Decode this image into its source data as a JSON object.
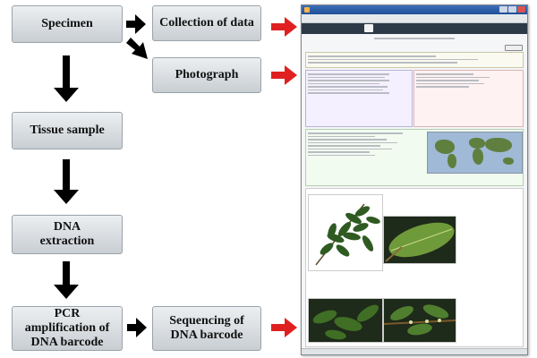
{
  "flow": {
    "specimen": "Specimen",
    "tissue": "Tissue sample",
    "dna_extraction": "DNA extraction",
    "pcr": "PCR amplification of DNA barcode",
    "collection": "Collection of data",
    "photograph": "Photograph",
    "sequencing": "Sequencing of DNA barcode"
  },
  "colors": {
    "box_top": "#eceff1",
    "box_bottom": "#c9ced3",
    "arrow_black": "#000000",
    "arrow_red": "#e02020",
    "browser_title": "#1e4f98"
  }
}
